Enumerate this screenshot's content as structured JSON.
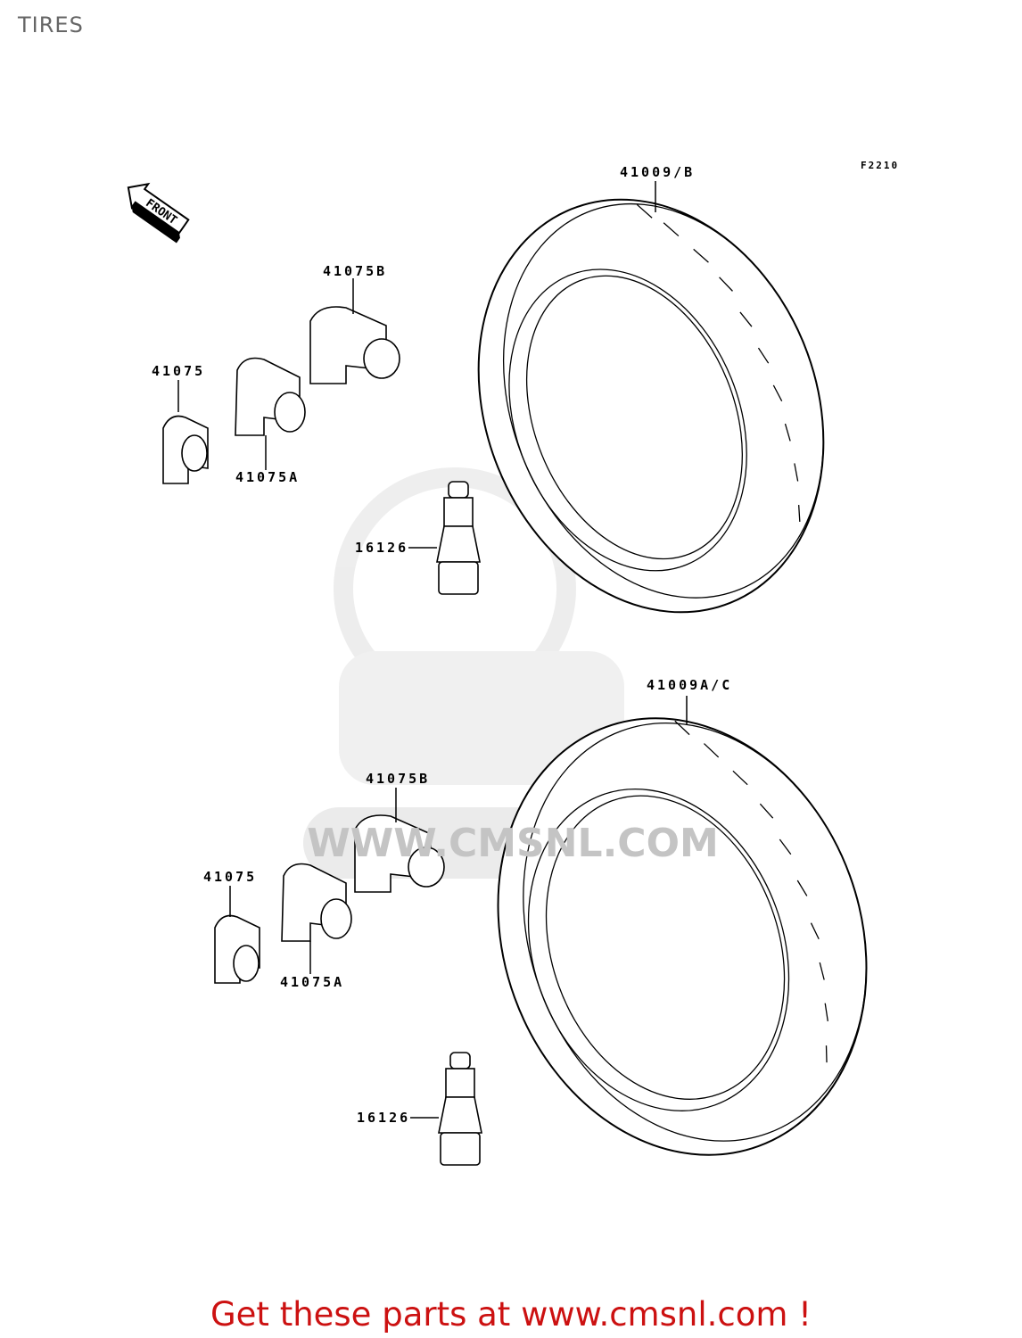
{
  "title": "TIRES",
  "figure_code": "F2210",
  "front_arrow_label": "FRONT",
  "watermark": "WWW.CMSNL.COM",
  "callouts": {
    "top_tire": "41009/B",
    "top_weight_b": "41075B",
    "top_weight": "41075",
    "top_weight_a": "41075A",
    "top_valve": "16126",
    "bottom_tire": "41009A/C",
    "bottom_weight_b": "41075B",
    "bottom_weight": "41075",
    "bottom_weight_a": "41075A",
    "bottom_valve": "16126"
  },
  "footer": "Get these parts at www.cmsnl.com !",
  "colors": {
    "footer": "#cc1111",
    "title": "#666666",
    "watermark": "#e6e6e6"
  }
}
